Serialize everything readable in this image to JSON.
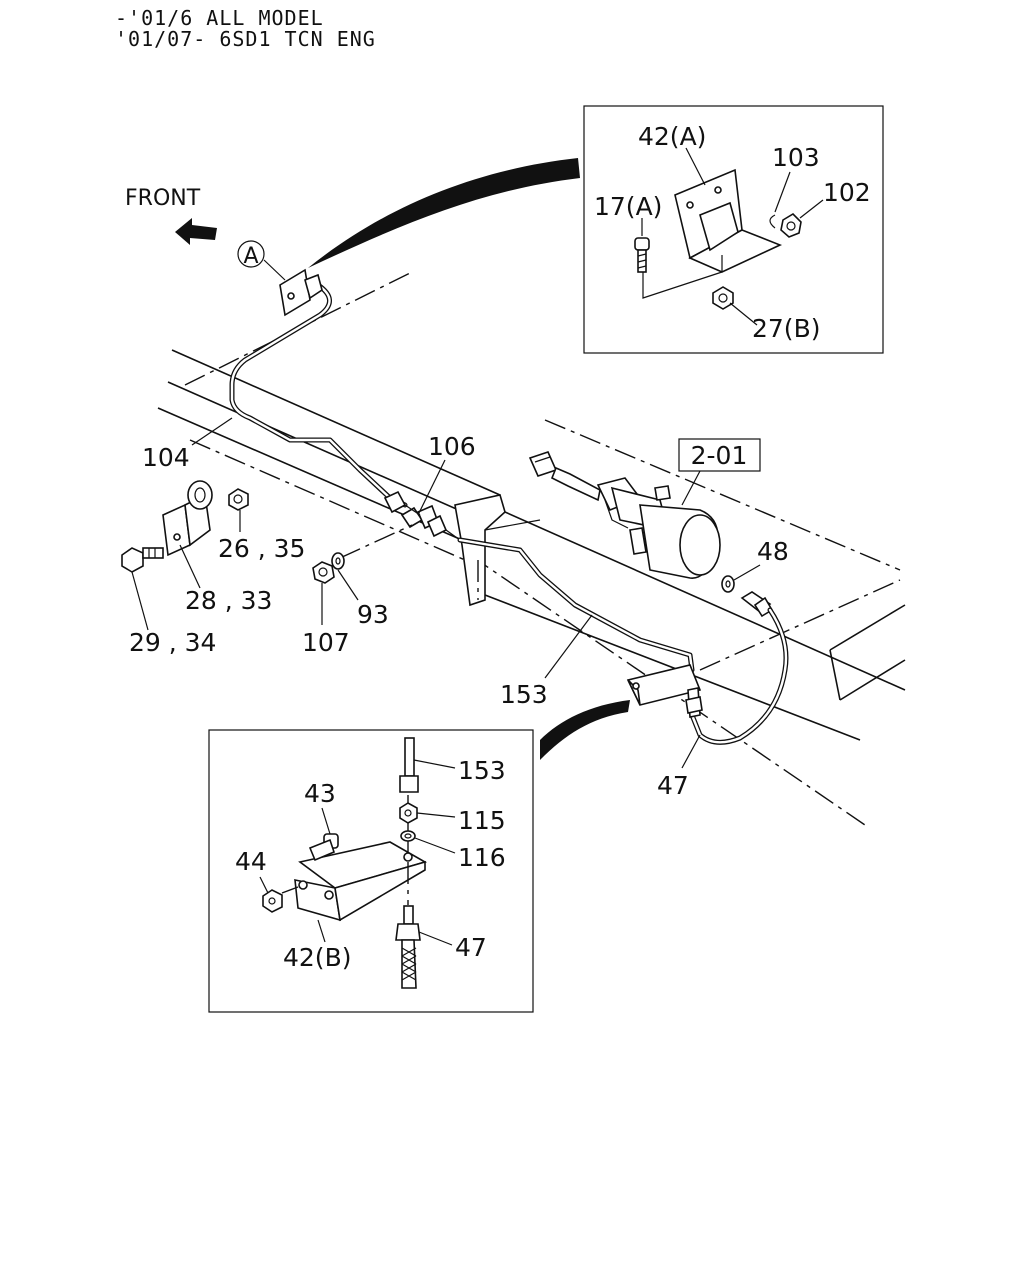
{
  "header": {
    "line1": "-'01/6 ALL MODEL",
    "line2": "'01/07- 6SD1 TCN ENG"
  },
  "front_label": "FRONT",
  "callout_a": "A",
  "ref_box": "2-01",
  "labels": {
    "p104": "104",
    "p106": "106",
    "p26_35": "26 , 35",
    "p28_33": "28 , 33",
    "p29_34": "29 , 34",
    "p107": "107",
    "p93": "93",
    "p153_main": "153",
    "p48": "48",
    "p47_main": "47"
  },
  "inset_a": {
    "p42a": "42(A)",
    "p103": "103",
    "p102": "102",
    "p17a": "17(A)",
    "p27b": "27(B)"
  },
  "inset_b": {
    "p153": "153",
    "p43": "43",
    "p115": "115",
    "p116": "116",
    "p44": "44",
    "p47": "47",
    "p42b": "42(B)"
  }
}
